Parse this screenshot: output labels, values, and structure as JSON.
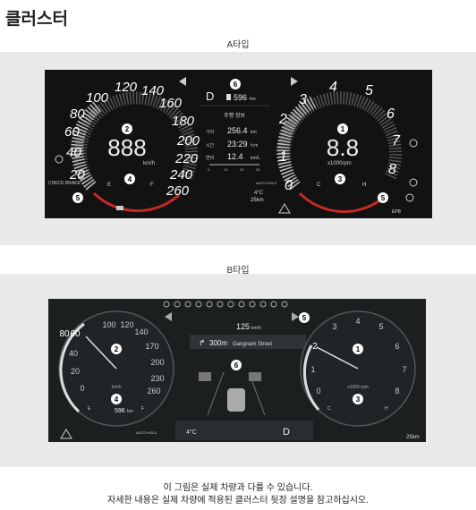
{
  "page": {
    "title": "클러스터"
  },
  "type_a": {
    "label": "A타입",
    "speed_digits": "888",
    "speed_unit": "km/h",
    "rpm_digits": "8.8",
    "rpm_unit": "x1000rpm",
    "gear": "D",
    "range": "596",
    "range_unit": "km",
    "info_title": "주행 정보",
    "trip_rows": [
      {
        "label": "거리",
        "value": "256.4",
        "unit": "km"
      },
      {
        "label": "시간",
        "value": "23:29",
        "unit": "h:m"
      },
      {
        "label": "연비",
        "value": "12.4",
        "unit": "km/L"
      }
    ],
    "scale_ticks": [
      "0",
      "10",
      "20",
      "30"
    ],
    "outside_temp": "4°C",
    "odo": "25km",
    "fuel_e": "E",
    "fuel_f": "F",
    "temp_c": "C",
    "temp_h": "H",
    "auto_hold": "AUTO HOLD",
    "brake_text": "CHECK BRAKE",
    "epb": "EPB",
    "markers": [
      "1",
      "2",
      "3",
      "4",
      "5",
      "6"
    ],
    "handwritten_left": [
      "20",
      "40",
      "60",
      "80",
      "100",
      "120",
      "140",
      "160",
      "180",
      "200",
      "220",
      "240",
      "260"
    ],
    "handwritten_right": [
      "0",
      "1",
      "2",
      "3",
      "4",
      "5",
      "6",
      "7",
      "8"
    ]
  },
  "type_b": {
    "label": "B타입",
    "speed_ticks": [
      "0",
      "20",
      "40",
      "60",
      "80",
      "100",
      "120",
      "140",
      "170",
      "200",
      "230",
      "260"
    ],
    "speed_unit": "km/h",
    "rpm_ticks": [
      "0",
      "1",
      "2",
      "3",
      "4",
      "5",
      "6",
      "7",
      "8"
    ],
    "rpm_unit": "x1000 rpm",
    "range": "596",
    "range_unit": "km",
    "cruise_speed": "125",
    "cruise_unit": "km/h",
    "nav_distance": "300m",
    "nav_street": "Gangnam Street",
    "outside_temp": "4°C",
    "gear": "D",
    "odo": "25km",
    "fuel_e": "E",
    "fuel_f": "F",
    "temp_c": "C",
    "temp_h": "H",
    "auto_hold": "AUTO HOLD",
    "markers": [
      "1",
      "2",
      "3",
      "4",
      "5",
      "6"
    ]
  },
  "footer": {
    "line1": "이 그림은 실제 차량과 다를 수 있습니다.",
    "line2": "자세한 내용은 실제 차량에 적용된 클러스터 뒷장 설명을 참고하십시오."
  }
}
